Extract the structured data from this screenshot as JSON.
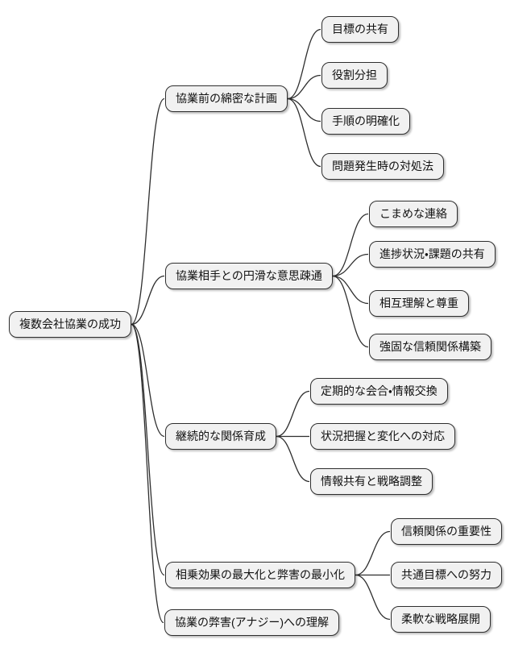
{
  "appearance": {
    "background_color": "#ffffff",
    "node_fill_color": "#f1f1f1",
    "node_border_color": "#2e2e2e",
    "edge_color": "#2e2e2e",
    "text_color": "#111111"
  },
  "mindmap": {
    "root": {
      "label": "複数会社協業の成功"
    },
    "branches": [
      {
        "label": "協業前の綿密な計画",
        "children": [
          {
            "label": "目標の共有"
          },
          {
            "label": "役割分担"
          },
          {
            "label": "手順の明確化"
          },
          {
            "label": "問題発生時の対処法"
          }
        ]
      },
      {
        "label": "協業相手との円滑な意思疎通",
        "children": [
          {
            "label": "こまめな連絡"
          },
          {
            "label": "進捗状況・課題の共有"
          },
          {
            "label": "相互理解と尊重"
          },
          {
            "label": "強固な信頼関係構築"
          }
        ]
      },
      {
        "label": "継続的な関係育成",
        "children": [
          {
            "label": "定期的な会合・情報交換"
          },
          {
            "label": "状況把握と変化への対応"
          },
          {
            "label": "情報共有と戦略調整"
          }
        ]
      },
      {
        "label": "相乗効果の最大化と弊害の最小化",
        "children": [
          {
            "label": "信頼関係の重要性"
          },
          {
            "label": "共通目標への努力"
          },
          {
            "label": "柔軟な戦略展開"
          }
        ]
      },
      {
        "label": "協業の弊害(アナジー)への理解",
        "children": []
      }
    ]
  }
}
